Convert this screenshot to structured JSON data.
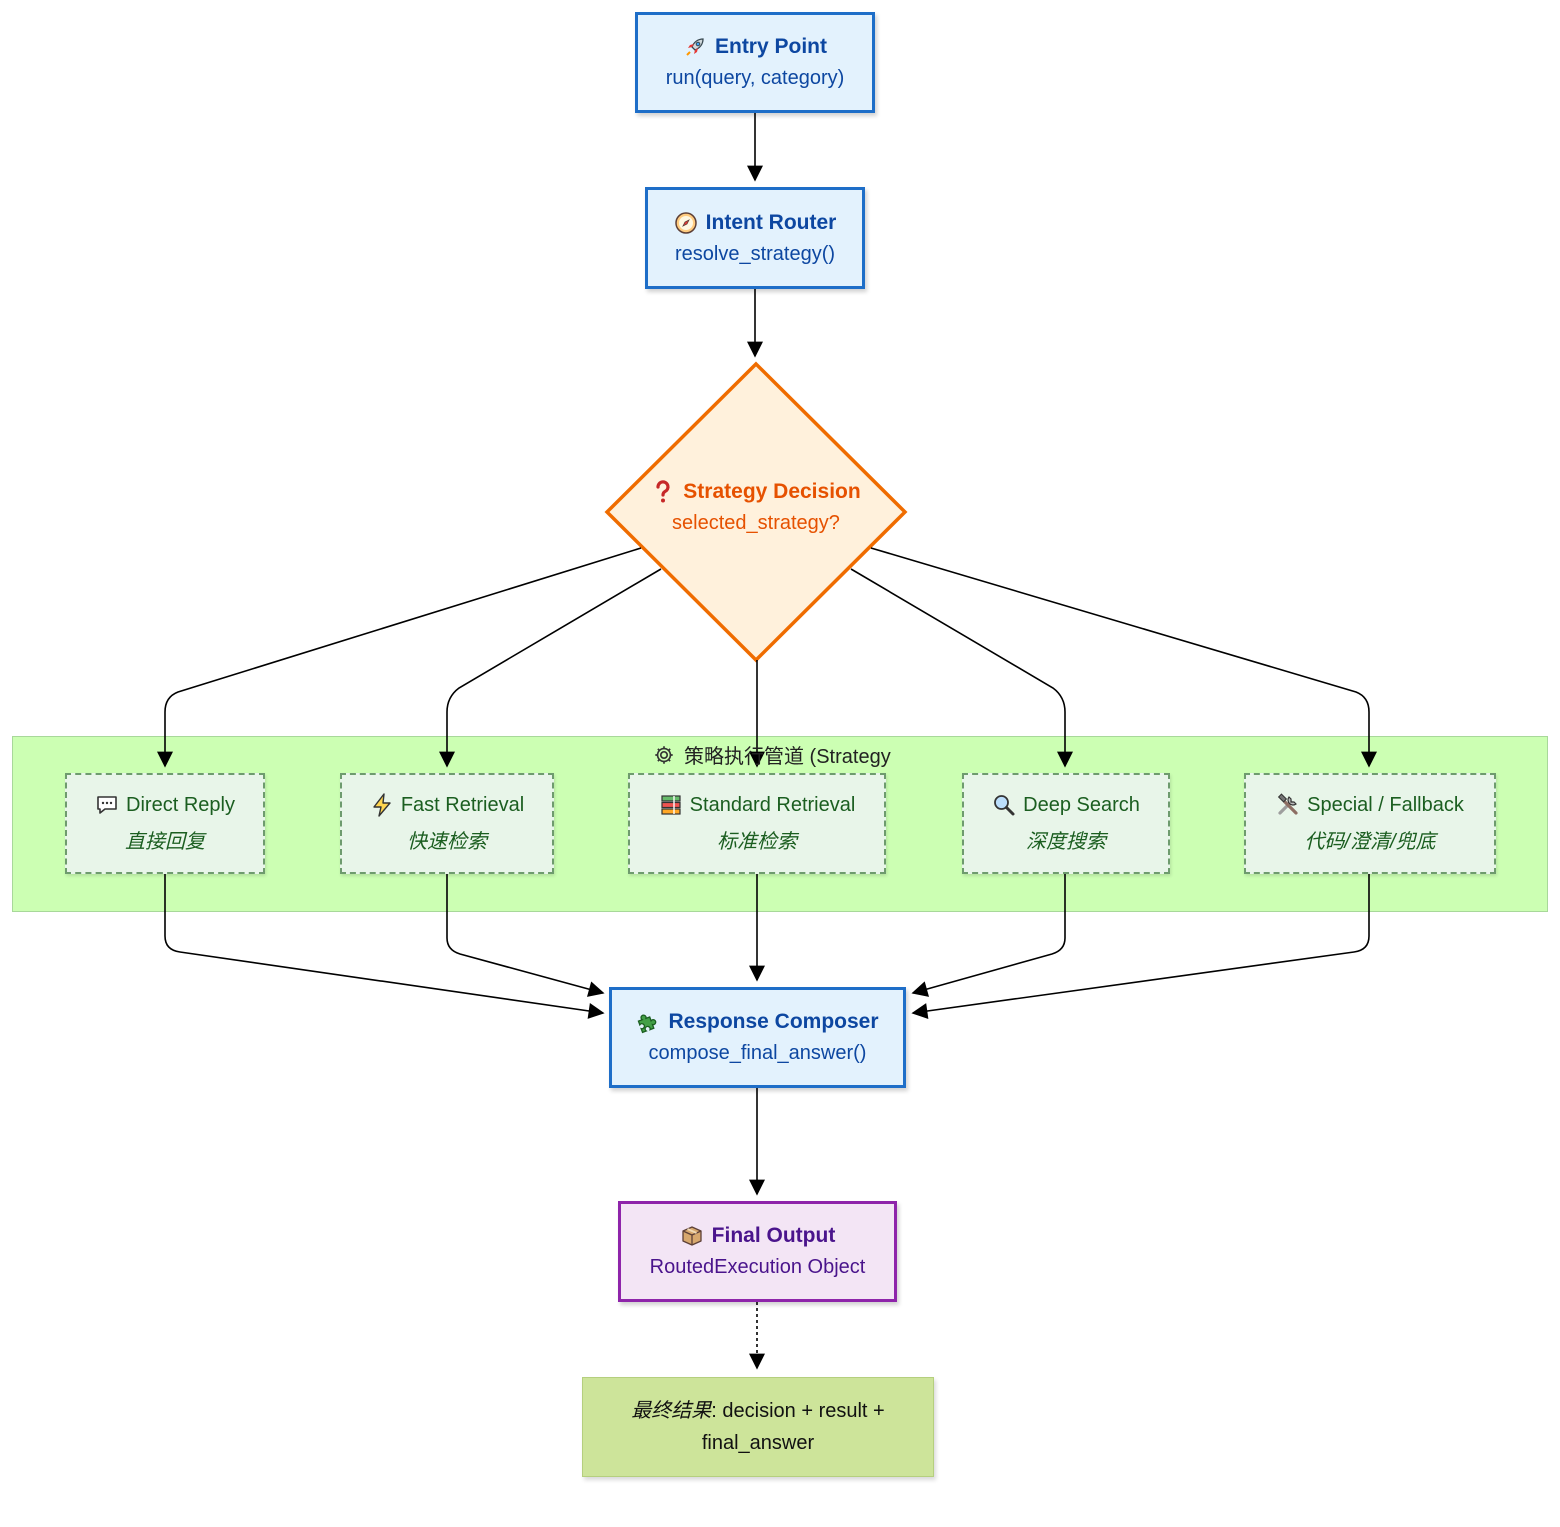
{
  "entry": {
    "title": "Entry Point",
    "sub": "run(query, category)",
    "icon": "rocket-icon"
  },
  "router": {
    "title": "Intent Router",
    "sub": "resolve_strategy()",
    "icon": "compass-icon"
  },
  "decision": {
    "title": "Strategy Decision",
    "sub": "selected_strategy?",
    "icon": "question-icon"
  },
  "pipeline": {
    "title": "策略执行管道 (Strategy",
    "icon": "gear-icon"
  },
  "strategies": [
    {
      "title": "Direct Reply",
      "sub": "直接回复",
      "icon": "chat-bubble-icon"
    },
    {
      "title": "Fast Retrieval",
      "sub": "快速检索",
      "icon": "lightning-icon"
    },
    {
      "title": "Standard Retrieval",
      "sub": "标准检索",
      "icon": "books-icon"
    },
    {
      "title": "Deep Search",
      "sub": "深度搜索",
      "icon": "magnifier-icon"
    },
    {
      "title": "Special / Fallback",
      "sub": "代码/澄清/兜底",
      "icon": "tools-icon"
    }
  ],
  "composer": {
    "title": "Response Composer",
    "sub": "compose_final_answer()",
    "icon": "puzzle-icon"
  },
  "output": {
    "title": "Final Output",
    "sub": "RoutedExecution Object",
    "icon": "package-icon"
  },
  "result_note": {
    "label": "最终结果",
    "text": ": decision + result + ",
    "text2": "final_answer"
  },
  "colors": {
    "process_fill": "#e3f2fd",
    "process_border": "#1e6ec8",
    "decision_fill": "#fff1dc",
    "decision_border": "#ef6c00",
    "lane_fill": "#ccffb3",
    "strategy_fill": "#e8f5e9",
    "output_fill": "#f3e5f5",
    "output_border": "#8e24aa",
    "note_fill": "#cde49a"
  }
}
